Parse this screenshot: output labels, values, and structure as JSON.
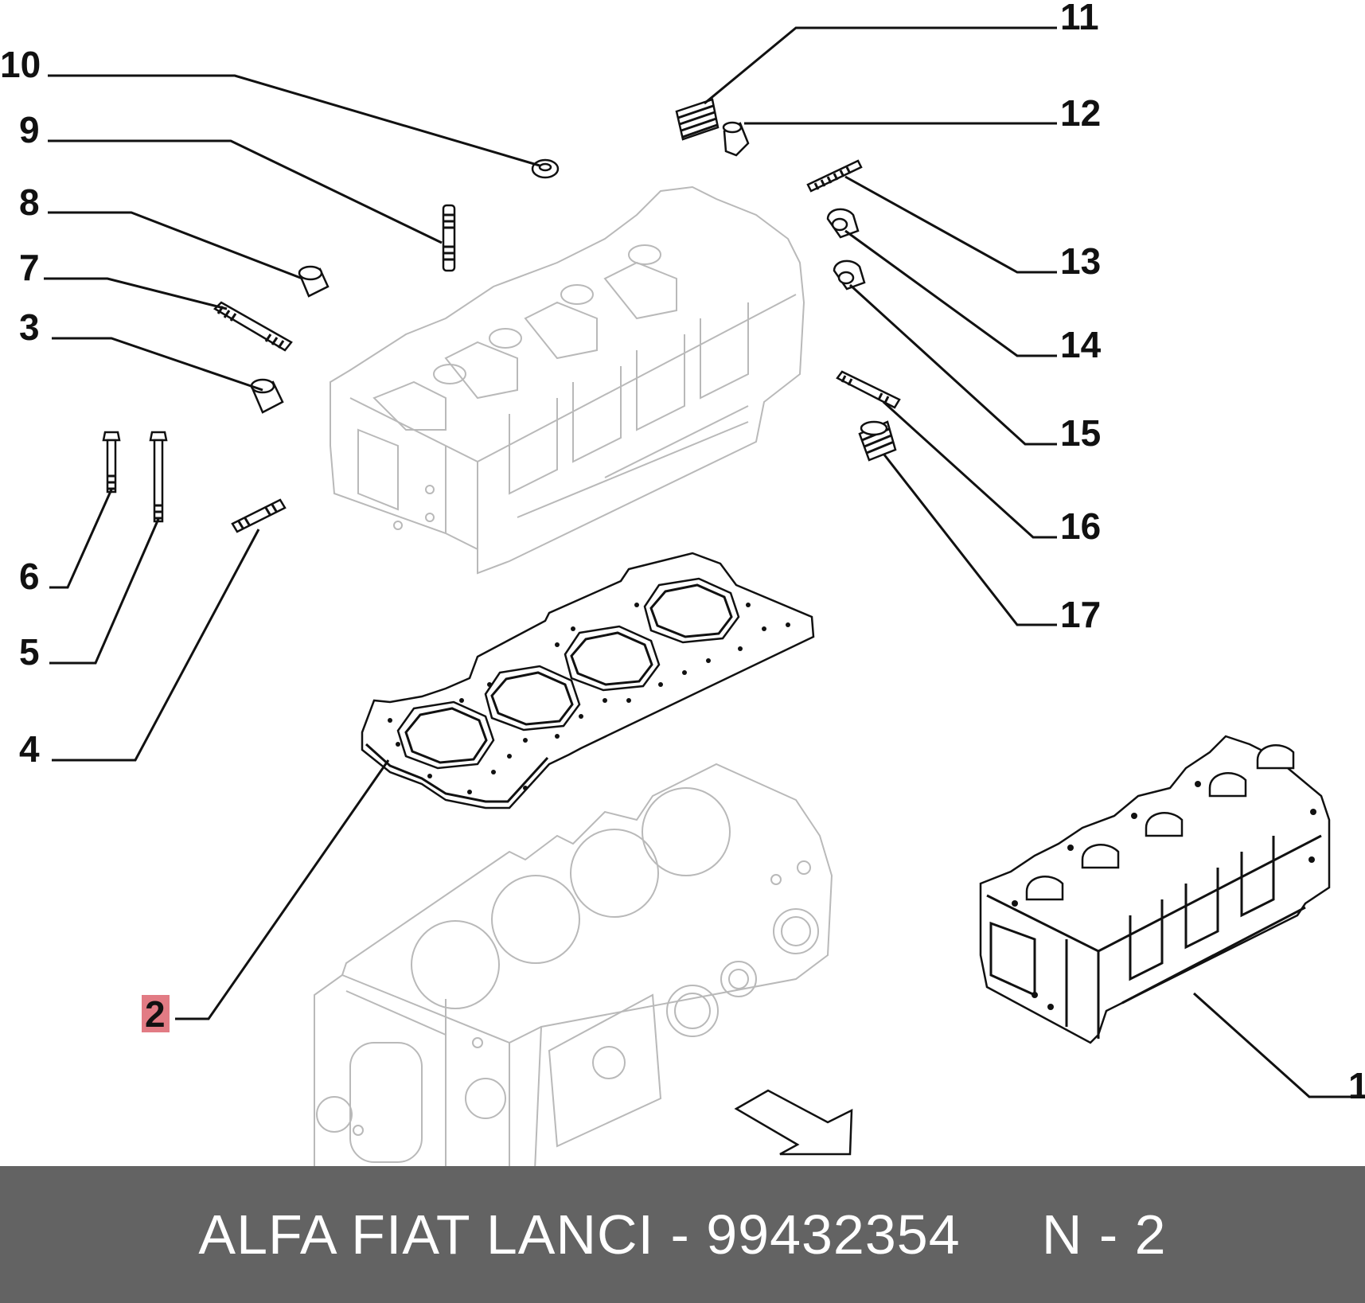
{
  "diagram": {
    "highlighted_callout": "2",
    "colors": {
      "highlight": "#e27b84",
      "footer_background": "#636363",
      "footer_text": "#ffffff"
    },
    "callouts": {
      "c1": "1",
      "c2": "2",
      "c3": "3",
      "c4": "4",
      "c5": "5",
      "c6": "6",
      "c7": "7",
      "c8": "8",
      "c9": "9",
      "c10": "10",
      "c11": "11",
      "c12": "12",
      "c13": "13",
      "c14": "14",
      "c15": "15",
      "c16": "16",
      "c17": "17"
    },
    "icons": {
      "direction_arrow": "arrow-outline-icon"
    }
  },
  "footer": {
    "part_text": "ALFA FIAT LANCI - 99432354",
    "ref_text": "N - 2"
  }
}
